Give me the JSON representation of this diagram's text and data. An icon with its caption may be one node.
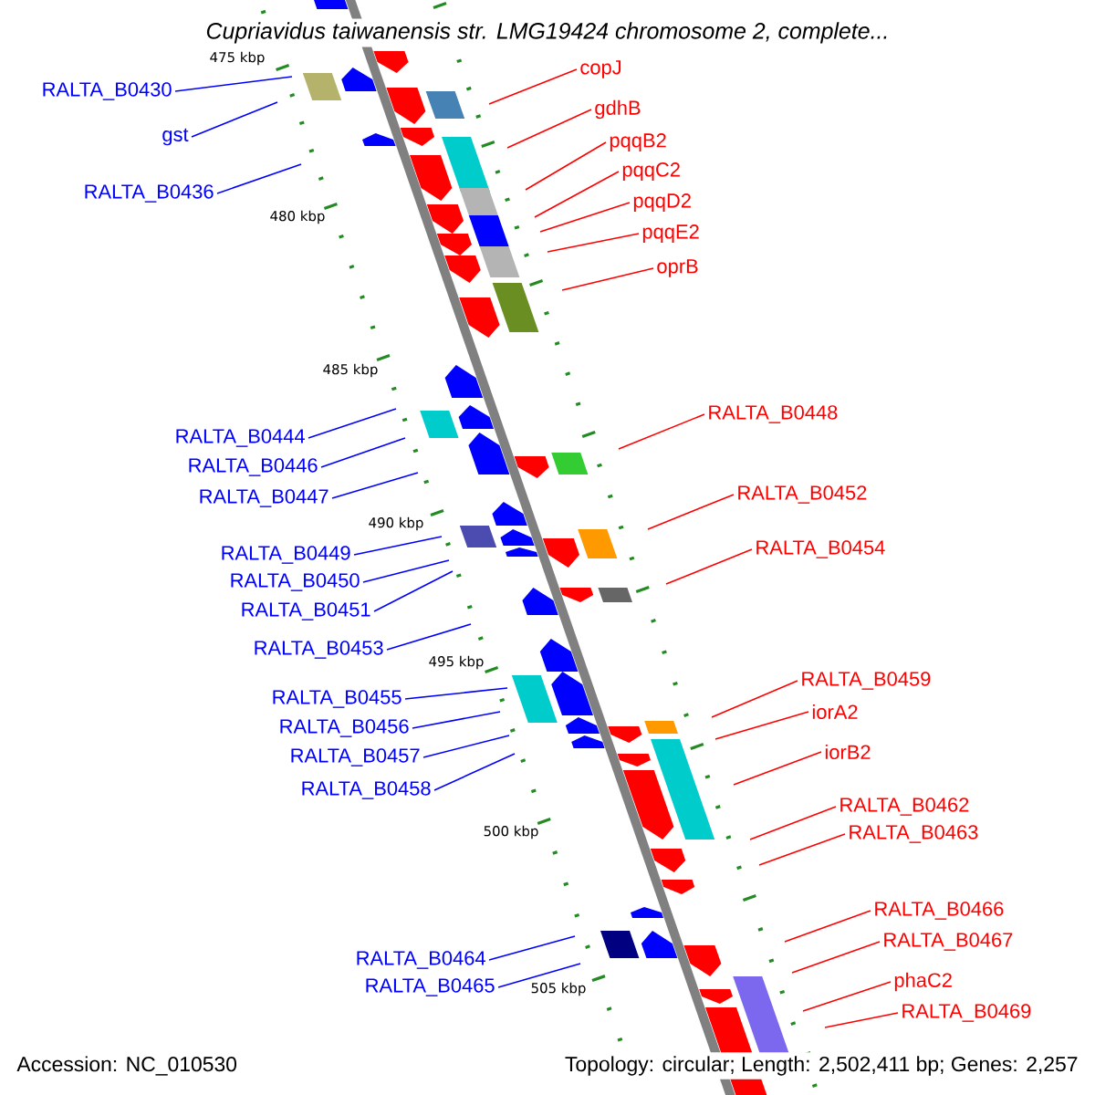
{
  "diagram": {
    "title": "Cupriavidus taiwanensis str. LMG19424 chromosome 2, complete...",
    "nodes": [
      {
        "text": [
          "copJ"
        ]
      },
      {
        "text": [
          "RALTA_B0430"
        ]
      },
      {
        "text": [
          "gdhB"
        ]
      },
      {
        "text": [
          "gst"
        ]
      },
      {
        "text": [
          "pqqB2"
        ]
      },
      {
        "text": [
          "pqqC2"
        ]
      },
      {
        "text": [
          "RALTA_B0436"
        ]
      },
      {
        "text": [
          "pqqD2"
        ]
      },
      {
        "text": [
          "pqqE2"
        ]
      },
      {
        "text": [
          "oprB"
        ]
      },
      {
        "text": [
          "RALTA_B0448"
        ]
      },
      {
        "text": [
          "RALTA_B0444"
        ]
      },
      {
        "text": [
          "RALTA_B0446"
        ]
      },
      {
        "text": [
          "RALTA_B0452"
        ]
      },
      {
        "text": [
          "RALTA_B0447"
        ]
      },
      {
        "text": [
          "RALTA_B0454"
        ]
      },
      {
        "text": [
          "RALTA_B0449"
        ]
      },
      {
        "text": [
          "RALTA_B0450"
        ]
      },
      {
        "text": [
          "RALTA_B0451"
        ]
      },
      {
        "text": [
          "RALTA_B0453"
        ]
      },
      {
        "text": [
          "RALTA_B0459"
        ]
      },
      {
        "text": [
          "RALTA_B0455"
        ]
      },
      {
        "text": [
          "iorA2"
        ]
      },
      {
        "text": [
          "RALTA_B0456"
        ]
      },
      {
        "text": [
          "iorB2"
        ]
      },
      {
        "text": [
          "RALTA_B0457"
        ]
      },
      {
        "text": [
          "RALTA_B0458"
        ]
      },
      {
        "text": [
          "RALTA_B0462"
        ]
      },
      {
        "text": [
          "RALTA_B0463"
        ]
      },
      {
        "text": [
          "RALTA_B0466"
        ]
      },
      {
        "text": [
          "RALTA_B0467"
        ]
      },
      {
        "text": [
          "RALTA_B0464"
        ]
      },
      {
        "text": [
          "phaC2"
        ]
      },
      {
        "text": [
          "RALTA_B0465"
        ]
      },
      {
        "text": [
          "RALTA_B0469"
        ]
      }
    ],
    "edges": [
      {
        "from": 0,
        "to": null,
        "arrow": "none"
      },
      {
        "from": 1,
        "to": null,
        "arrow": "none",
        "color": "#0000ff"
      },
      {
        "from": 2,
        "to": null,
        "arrow": "none"
      },
      {
        "from": 3,
        "to": null,
        "arrow": "none",
        "color": "#0000ff"
      },
      {
        "from": 4,
        "to": null,
        "arrow": "none"
      },
      {
        "from": 5,
        "to": null,
        "arrow": "none"
      },
      {
        "from": 6,
        "to": null,
        "arrow": "none",
        "color": "#0000ff"
      },
      {
        "from": 7,
        "to": null,
        "arrow": "none"
      },
      {
        "from": 8,
        "to": null,
        "arrow": "none"
      },
      {
        "from": 9,
        "to": null,
        "arrow": "none"
      },
      {
        "from": 10,
        "to": null,
        "arrow": "none"
      },
      {
        "from": 11,
        "to": null,
        "arrow": "none",
        "color": "#0000ff"
      },
      {
        "from": 12,
        "to": null,
        "arrow": "none",
        "color": "#0000ff"
      },
      {
        "from": 13,
        "to": null,
        "arrow": "none"
      },
      {
        "from": 14,
        "to": null,
        "arrow": "none",
        "color": "#0000ff"
      },
      {
        "from": 15,
        "to": null,
        "arrow": "none"
      },
      {
        "from": 16,
        "to": null,
        "arrow": "none",
        "color": "#0000ff"
      },
      {
        "from": 17,
        "to": null,
        "arrow": "none",
        "color": "#0000ff"
      },
      {
        "from": 18,
        "to": null,
        "arrow": "none",
        "color": "#0000ff"
      },
      {
        "from": 19,
        "to": null,
        "arrow": "none",
        "color": "#0000ff"
      },
      {
        "from": 20,
        "to": null,
        "arrow": "none"
      },
      {
        "from": 21,
        "to": null,
        "arrow": "none",
        "color": "#0000ff"
      },
      {
        "from": 22,
        "to": null,
        "arrow": "none"
      },
      {
        "from": 23,
        "to": null,
        "arrow": "none",
        "color": "#0000ff"
      },
      {
        "from": 24,
        "to": null,
        "arrow": "none"
      },
      {
        "from": 25,
        "to": null,
        "arrow": "none",
        "color": "#0000ff"
      },
      {
        "from": 26,
        "to": null,
        "arrow": "none",
        "color": "#0000ff"
      },
      {
        "from": 27,
        "to": null,
        "arrow": "none"
      },
      {
        "from": 28,
        "to": null,
        "arrow": "none"
      },
      {
        "from": 29,
        "to": null,
        "arrow": "none"
      },
      {
        "from": 30,
        "to": null,
        "arrow": "none"
      },
      {
        "from": 31,
        "to": null,
        "arrow": "none",
        "color": "#0000ff"
      },
      {
        "from": 32,
        "to": null,
        "arrow": "none"
      },
      {
        "from": 33,
        "to": null,
        "arrow": "none",
        "color": "#0000ff"
      },
      {
        "from": 34,
        "to": null,
        "arrow": "none"
      }
    ],
    "labels": [
      "475 kbp",
      "480 kbp",
      "485 kbp",
      "490 kbp",
      "495 kbp",
      "500 kbp",
      "505 kbp",
      "Accession: NC_010530",
      "Topology: circular; Length: 2,502,411 bp; Genes: 2,257"
    ]
  }
}
